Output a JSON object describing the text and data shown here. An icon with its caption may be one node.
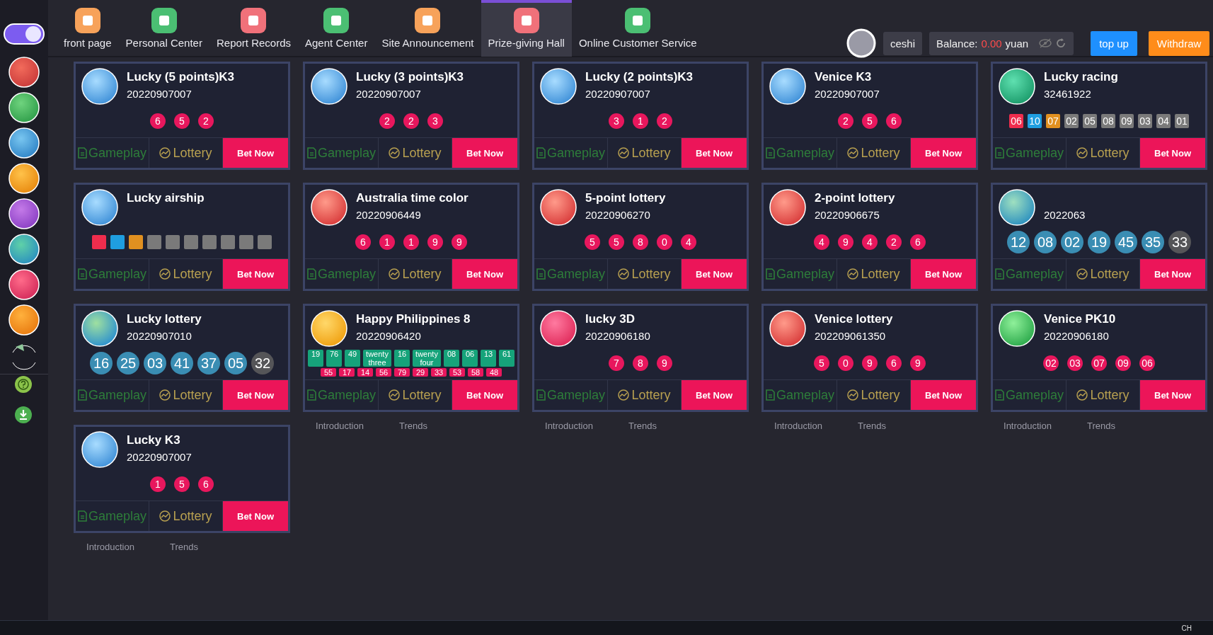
{
  "diagram": {
    "nodes": [
      {
        "text": [
          "front page"
        ]
      },
      {
        "text": [
          "Personal Center"
        ]
      },
      {
        "text": [
          "Report Records"
        ]
      },
      {
        "text": [
          "Agent Center"
        ]
      },
      {
        "text": [
          "Site Announcement"
        ]
      },
      {
        "text": [
          "Prize-giving Hall"
        ]
      },
      {
        "text": [
          "Online Customer Service"
        ]
      },
      {
        "text": [
          "ceshi"
        ]
      },
      {
        "text": [
          "Balance:",
          "0.00",
          "yuan"
        ]
      },
      {
        "text": [
          "top up"
        ]
      },
      {
        "text": [
          "Withdraw"
        ]
      },
      {
        "text": [
          "Lucky (5 points)K3",
          "20220907007"
        ]
      },
      {
        "text": [
          "6"
        ],
        "in": 11
      },
      {
        "text": [
          "5"
        ],
        "in": 11
      },
      {
        "text": [
          "2"
        ],
        "in": 11
      },
      {
        "text": [
          "Gameplay"
        ],
        "in": 11
      },
      {
        "text": [
          "Lottery"
        ],
        "in": 11
      },
      {
        "text": [
          "Bet Now"
        ],
        "in": 11
      },
      {
        "text": [
          "Lucky (3 points)K3",
          "20220907007"
        ]
      },
      {
        "text": [
          "2"
        ],
        "in": 18
      },
      {
        "text": [
          "2"
        ],
        "in": 18
      },
      {
        "text": [
          "3"
        ],
        "in": 18
      },
      {
        "text": [
          "Gameplay"
        ],
        "in": 18
      },
      {
        "text": [
          "Lottery"
        ],
        "in": 18
      },
      {
        "text": [
          "Bet Now"
        ],
        "in": 18
      },
      {
        "text": [
          "Lucky (2 points)K3",
          "20220907007"
        ]
      },
      {
        "text": [
          "3"
        ],
        "in": 25
      },
      {
        "text": [
          "1"
        ],
        "in": 25
      },
      {
        "text": [
          "2"
        ],
        "in": 25
      },
      {
        "text": [
          "Gameplay"
        ],
        "in": 25
      },
      {
        "text": [
          "Lottery"
        ],
        "in": 25
      },
      {
        "text": [
          "Bet Now"
        ],
        "in": 25
      },
      {
        "text": [
          "Venice K3",
          "20220907007"
        ]
      },
      {
        "text": [
          "2"
        ],
        "in": 32
      },
      {
        "text": [
          "5"
        ],
        "in": 32
      },
      {
        "text": [
          "6"
        ],
        "in": 32
      },
      {
        "text": [
          "Gameplay"
        ],
        "in": 32
      },
      {
        "text": [
          "Lottery"
        ],
        "in": 32
      },
      {
        "text": [
          "Bet Now"
        ],
        "in": 32
      },
      {
        "text": [
          "Lucky racing",
          "32461922"
        ]
      },
      {
        "text": [
          "06"
        ],
        "in": 39
      },
      {
        "text": [
          "10"
        ],
        "in": 39
      },
      {
        "text": [
          "07"
        ],
        "in": 39
      },
      {
        "text": [
          "02"
        ],
        "in": 39
      },
      {
        "text": [
          "05"
        ],
        "in": 39
      },
      {
        "text": [
          "08"
        ],
        "in": 39
      },
      {
        "text": [
          "09"
        ],
        "in": 39
      },
      {
        "text": [
          "03"
        ],
        "in": 39
      },
      {
        "text": [
          "04"
        ],
        "in": 39
      },
      {
        "text": [
          "01"
        ],
        "in": 39
      },
      {
        "text": [
          "Gameplay"
        ],
        "in": 39
      },
      {
        "text": [
          "Lottery"
        ],
        "in": 39
      },
      {
        "text": [
          "Bet Now"
        ],
        "in": 39
      },
      {
        "text": [
          "Lucky airship"
        ]
      },
      {
        "text": [],
        "shape": "box",
        "in": 53
      },
      {
        "text": [],
        "shape": "box",
        "in": 53
      },
      {
        "text": [],
        "shape": "box",
        "in": 53
      },
      {
        "text": [],
        "shape": "box",
        "in": 53
      },
      {
        "text": [],
        "shape": "box",
        "in": 53
      },
      {
        "text": [],
        "shape": "box",
        "in": 53
      },
      {
        "text": [],
        "shape": "box",
        "in": 53
      },
      {
        "text": [],
        "shape": "box",
        "in": 53
      },
      {
        "text": [],
        "shape": "box",
        "in": 53
      },
      {
        "text": [],
        "shape": "box",
        "in": 53
      },
      {
        "text": [
          "Gameplay"
        ],
        "in": 53
      },
      {
        "text": [
          "Lottery"
        ],
        "in": 53
      },
      {
        "text": [
          "Bet Now"
        ],
        "in": 53
      },
      {
        "text": [
          "Australia time color",
          "20220906449"
        ]
      },
      {
        "text": [
          "6"
        ],
        "in": 67
      },
      {
        "text": [
          "1"
        ],
        "in": 67
      },
      {
        "text": [
          "1"
        ],
        "in": 67
      },
      {
        "text": [
          "9"
        ],
        "in": 67
      },
      {
        "text": [
          "9"
        ],
        "in": 67
      },
      {
        "text": [
          "Gameplay"
        ],
        "in": 67
      },
      {
        "text": [
          "Lottery"
        ],
        "in": 67
      },
      {
        "text": [
          "Bet Now"
        ],
        "in": 67
      },
      {
        "text": [
          "5-point lottery",
          "20220906270"
        ]
      },
      {
        "text": [
          "5"
        ],
        "in": 76
      },
      {
        "text": [
          "5"
        ],
        "in": 76
      },
      {
        "text": [
          "8"
        ],
        "in": 76
      },
      {
        "text": [
          "0"
        ],
        "in": 76
      },
      {
        "text": [
          "4"
        ],
        "in": 76
      },
      {
        "text": [
          "Gameplay"
        ],
        "in": 76
      },
      {
        "text": [
          "Lottery"
        ],
        "in": 76
      },
      {
        "text": [
          "Bet Now"
        ],
        "in": 76
      },
      {
        "text": [
          "2-point lottery",
          "20220906675"
        ]
      },
      {
        "text": [
          "4"
        ],
        "in": 85
      },
      {
        "text": [
          "9"
        ],
        "in": 85
      },
      {
        "text": [
          "4"
        ],
        "in": 85
      },
      {
        "text": [
          "2"
        ],
        "in": 85
      },
      {
        "text": [
          "6"
        ],
        "in": 85
      },
      {
        "text": [
          "Gameplay"
        ],
        "in": 85
      },
      {
        "text": [
          "Lottery"
        ],
        "in": 85
      },
      {
        "text": [
          "Bet Now"
        ],
        "in": 85
      },
      {
        "text": [
          "2022063"
        ]
      },
      {
        "text": [
          "12"
        ],
        "in": 94
      },
      {
        "text": [
          "08"
        ],
        "in": 94
      },
      {
        "text": [
          "02"
        ],
        "in": 94
      },
      {
        "text": [
          "19"
        ],
        "in": 94
      },
      {
        "text": [
          "45"
        ],
        "in": 94
      },
      {
        "text": [
          "35"
        ],
        "in": 94
      },
      {
        "text": [
          "33"
        ],
        "in": 94
      },
      {
        "text": [
          "Gameplay"
        ],
        "in": 94
      },
      {
        "text": [
          "Lottery"
        ],
        "in": 94
      },
      {
        "text": [
          "Bet Now"
        ],
        "in": 94
      },
      {
        "text": [
          "Lucky lottery",
          "20220907010"
        ]
      },
      {
        "text": [
          "16"
        ],
        "in": 105
      },
      {
        "text": [
          "25"
        ],
        "in": 105
      },
      {
        "text": [
          "03"
        ],
        "in": 105
      },
      {
        "text": [
          "41"
        ],
        "in": 105
      },
      {
        "text": [
          "37"
        ],
        "in": 105
      },
      {
        "text": [
          "05"
        ],
        "in": 105
      },
      {
        "text": [
          "32"
        ],
        "in": 105
      },
      {
        "text": [
          "Gameplay"
        ],
        "in": 105
      },
      {
        "text": [
          "Lottery"
        ],
        "in": 105
      },
      {
        "text": [
          "Bet Now"
        ],
        "in": 105
      },
      {
        "text": [
          "Happy Philippines 8",
          "20220906420"
        ]
      },
      {
        "text": [
          "19"
        ],
        "in": 116
      },
      {
        "text": [
          "76"
        ],
        "in": 116
      },
      {
        "text": [
          "49"
        ],
        "in": 116
      },
      {
        "text": [
          "twenty three"
        ],
        "in": 116
      },
      {
        "text": [
          "16"
        ],
        "in": 116
      },
      {
        "text": [
          "twenty four"
        ],
        "in": 116
      },
      {
        "text": [
          "08"
        ],
        "in": 116
      },
      {
        "text": [
          "06"
        ],
        "in": 116
      },
      {
        "text": [
          "13"
        ],
        "in": 116
      },
      {
        "text": [
          "61"
        ],
        "in": 116
      },
      {
        "text": [
          "55"
        ],
        "in": 116
      },
      {
        "text": [
          "17"
        ],
        "in": 116
      },
      {
        "text": [
          "14"
        ],
        "in": 116
      },
      {
        "text": [
          "56"
        ],
        "in": 116
      },
      {
        "text": [
          "79"
        ],
        "in": 116
      },
      {
        "text": [
          "29"
        ],
        "in": 116
      },
      {
        "text": [
          "33"
        ],
        "in": 116
      },
      {
        "text": [
          "53"
        ],
        "in": 116
      },
      {
        "text": [
          "58"
        ],
        "in": 116
      },
      {
        "text": [
          "48"
        ],
        "in": 116
      },
      {
        "text": [
          "Gameplay"
        ],
        "in": 116
      },
      {
        "text": [
          "Lottery"
        ],
        "in": 116
      },
      {
        "text": [
          "Bet Now"
        ],
        "in": 116
      },
      {
        "text": [
          "lucky 3D",
          "20220906180"
        ]
      },
      {
        "text": [
          "7"
        ],
        "in": 140
      },
      {
        "text": [
          "8"
        ],
        "in": 140
      },
      {
        "text": [
          "9"
        ],
        "in": 140
      },
      {
        "text": [
          "Gameplay"
        ],
        "in": 140
      },
      {
        "text": [
          "Lottery"
        ],
        "in": 140
      },
      {
        "text": [
          "Bet Now"
        ],
        "in": 140
      },
      {
        "text": [
          "Venice lottery",
          "202209061350"
        ]
      },
      {
        "text": [
          "5"
        ],
        "in": 147
      },
      {
        "text": [
          "0"
        ],
        "in": 147
      },
      {
        "text": [
          "9"
        ],
        "in": 147
      },
      {
        "text": [
          "6"
        ],
        "in": 147
      },
      {
        "text": [
          "9"
        ],
        "in": 147
      },
      {
        "text": [
          "Gameplay"
        ],
        "in": 147
      },
      {
        "text": [
          "Lottery"
        ],
        "in": 147
      },
      {
        "text": [
          "Bet Now"
        ],
        "in": 147
      },
      {
        "text": [
          "Venice PK10",
          "20220906180"
        ]
      },
      {
        "text": [
          "02"
        ],
        "in": 156
      },
      {
        "text": [
          "03"
        ],
        "in": 156
      },
      {
        "text": [
          "07"
        ],
        "in": 156
      },
      {
        "text": [
          "09"
        ],
        "in": 156
      },
      {
        "text": [
          "06"
        ],
        "in": 156
      },
      {
        "text": [
          "Gameplay"
        ],
        "in": 156
      },
      {
        "text": [
          "Lottery"
        ],
        "in": 156
      },
      {
        "text": [
          "Bet Now"
        ],
        "in": 156
      },
      {
        "text": [
          "Lucky K3",
          "20220907007"
        ]
      },
      {
        "text": [
          "1"
        ],
        "in": 165
      },
      {
        "text": [
          "5"
        ],
        "in": 165
      },
      {
        "text": [
          "6"
        ],
        "in": 165
      },
      {
        "text": [
          "Gameplay"
        ],
        "in": 165
      },
      {
        "text": [
          "Lottery"
        ],
        "in": 165
      },
      {
        "text": [
          "Bet Now"
        ],
        "in": 165
      }
    ],
    "labels": [
      "Introduction",
      "Trends",
      "Introduction",
      "Trends",
      "Introduction",
      "Trends",
      "Introduction",
      "Trends",
      "Introduction",
      "Trends",
      "CH"
    ]
  }
}
